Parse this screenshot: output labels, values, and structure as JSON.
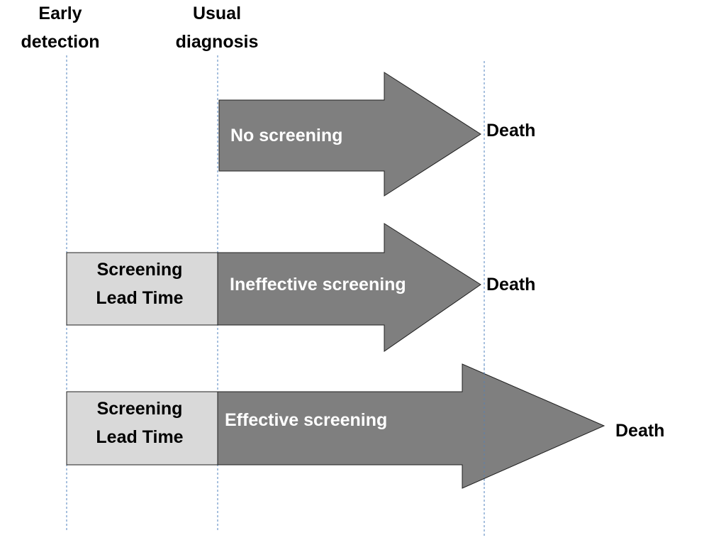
{
  "headers": {
    "early_line1": "Early",
    "early_line2": "detection",
    "usual_line1": "Usual",
    "usual_line2": "diagnosis"
  },
  "rows": [
    {
      "arrow_label": "No screening",
      "end_label": "Death",
      "lead_time": null
    },
    {
      "arrow_label": "Ineffective screening",
      "end_label": "Death",
      "lead_time": {
        "line1": "Screening",
        "line2": "Lead Time"
      }
    },
    {
      "arrow_label": "Effective screening",
      "end_label": "Death",
      "lead_time": {
        "line1": "Screening",
        "line2": "Lead Time"
      }
    }
  ],
  "colors": {
    "arrow_fill": "#7f7f7f",
    "lead_box_fill": "#d9d9d9",
    "guide_line": "#4f81bd",
    "text_dark": "#000000",
    "text_light": "#ffffff"
  }
}
